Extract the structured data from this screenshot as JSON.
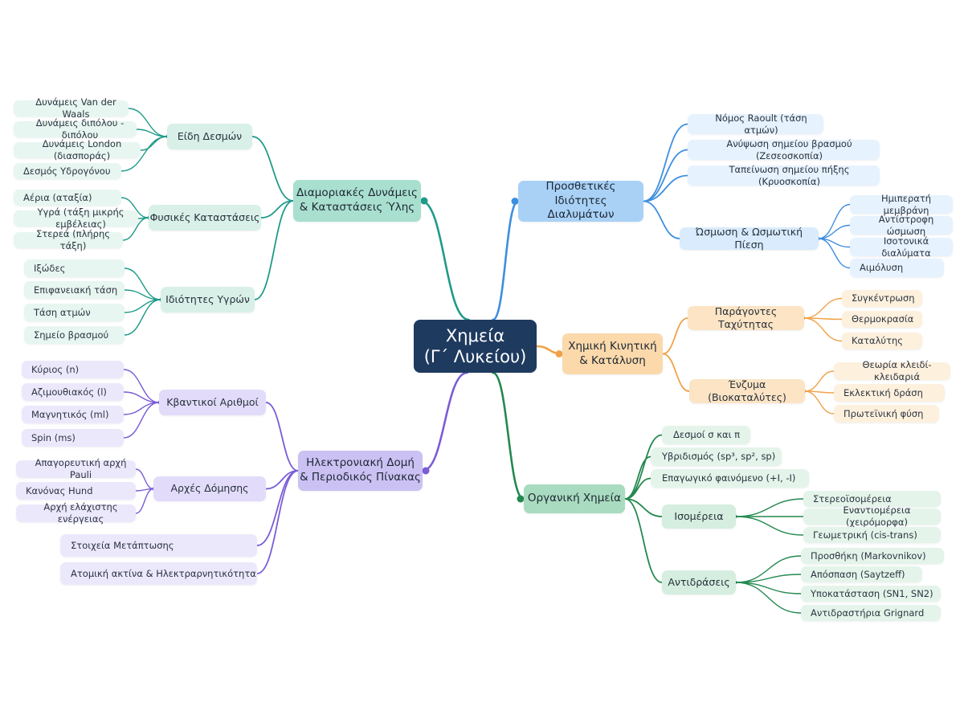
{
  "root": {
    "label": "Χημεία\n(Γ΄ Λυκείου)"
  },
  "colors": {
    "root_bg": "#1e3a5f",
    "teal": {
      "line": "#1f9a89",
      "l1": "#a9dfcf",
      "l2": "#d8f0e8",
      "l3": "#e7f6f0"
    },
    "blue": {
      "line": "#3d8ee0",
      "l1": "#a9d1f6",
      "l2": "#d9ebfc",
      "l3": "#e6f2fe"
    },
    "orange": {
      "line": "#f0a24a",
      "l1": "#fbd9ab",
      "l2": "#fce4c4",
      "l3": "#fdf0dd"
    },
    "green": {
      "line": "#23894f",
      "l1": "#a8dbbf",
      "l2": "#d5eedf",
      "l3": "#e4f4ea"
    },
    "purple": {
      "line": "#7a5cd6",
      "l1": "#cbc1f3",
      "l2": "#e2dcfa",
      "l3": "#ece8fc"
    }
  },
  "branches": [
    {
      "id": "intermolecular",
      "color": "teal",
      "label": "Διαμοριακές Δυνάμεις\n& Καταστάσεις Ύλης",
      "children": [
        {
          "id": "bond-types",
          "label": "Είδη Δεσμών",
          "children": [
            {
              "label": "Δυνάμεις Van der Waals"
            },
            {
              "label": "Δυνάμεις διπόλου - διπόλου"
            },
            {
              "label": "Δυνάμεις London (διασποράς)"
            },
            {
              "label": "Δεσμός Υδρογόνου"
            }
          ]
        },
        {
          "id": "states",
          "label": "Φυσικές Καταστάσεις",
          "children": [
            {
              "label": "Αέρια (αταξία)"
            },
            {
              "label": "Υγρά (τάξη μικρής εμβέλειας)"
            },
            {
              "label": "Στερεά (πλήρης τάξη)"
            }
          ]
        },
        {
          "id": "liquids",
          "label": "Ιδιότητες Υγρών",
          "children": [
            {
              "label": "Ιξώδες"
            },
            {
              "label": "Επιφανειακή τάση"
            },
            {
              "label": "Τάση ατμών"
            },
            {
              "label": "Σημείο βρασμού"
            }
          ]
        }
      ]
    },
    {
      "id": "colligative",
      "color": "blue",
      "label": "Προσθετικές Ιδιότητες\nΔιαλυμάτων",
      "children": [
        {
          "id": "raoult",
          "label": "Νόμος Raoult (τάση ατμών)",
          "children": []
        },
        {
          "id": "boiling",
          "label": "Ανύψωση σημείου βρασμού (Ζεσεοσκοπία)",
          "children": []
        },
        {
          "id": "freezing",
          "label": "Ταπείνωση σημείου πήξης (Κρυοσκοπία)",
          "children": []
        },
        {
          "id": "osmosis",
          "label": "Ώσμωση & Ωσμωτική Πίεση",
          "children": [
            {
              "label": "Ημιπερατή μεμβράνη"
            },
            {
              "label": "Αντίστροφη ώσμωση"
            },
            {
              "label": "Ισοτονικά διαλύματα"
            },
            {
              "label": "Αιμόλυση"
            }
          ]
        }
      ]
    },
    {
      "id": "kinetics",
      "color": "orange",
      "label": "Χημική Κινητική\n& Κατάλυση",
      "children": [
        {
          "id": "rate-factors",
          "label": "Παράγοντες Ταχύτητας",
          "children": [
            {
              "label": "Συγκέντρωση"
            },
            {
              "label": "Θερμοκρασία"
            },
            {
              "label": "Καταλύτης"
            }
          ]
        },
        {
          "id": "enzymes",
          "label": "Ένζυμα (Βιοκαταλύτες)",
          "children": [
            {
              "label": "Θεωρία κλειδί-κλειδαριά"
            },
            {
              "label": "Εκλεκτική δράση"
            },
            {
              "label": "Πρωτεϊνική φύση"
            }
          ]
        }
      ]
    },
    {
      "id": "organic",
      "color": "green",
      "label": "Οργανική Χημεία",
      "children": [
        {
          "id": "sigma-pi",
          "label": "Δεσμοί σ και π",
          "children": []
        },
        {
          "id": "hybrid",
          "label": "Υβριδισμός (sp³, sp², sp)",
          "children": []
        },
        {
          "id": "inductive",
          "label": "Επαγωγικό φαινόμενο (+I, -I)",
          "children": []
        },
        {
          "id": "isomerism",
          "label": "Ισομέρεια",
          "children": [
            {
              "label": "Στερεοϊσομέρεια"
            },
            {
              "label": "Εναντιομέρεια (χειρόμορφα)"
            },
            {
              "label": "Γεωμετρική (cis-trans)"
            }
          ]
        },
        {
          "id": "reactions",
          "label": "Αντιδράσεις",
          "children": [
            {
              "label": "Προσθήκη (Markovnikov)"
            },
            {
              "label": "Απόσπαση (Saytzeff)"
            },
            {
              "label": "Υποκατάσταση (SN1, SN2)"
            },
            {
              "label": "Αντιδραστήρια Grignard"
            }
          ]
        }
      ]
    },
    {
      "id": "electronic",
      "color": "purple",
      "label": "Ηλεκτρονιακή Δομή\n& Περιοδικός Πίνακας",
      "children": [
        {
          "id": "quantum",
          "label": "Κβαντικοί Αριθμοί",
          "children": [
            {
              "label": "Κύριος (n)"
            },
            {
              "label": "Αζιμουθιακός (l)"
            },
            {
              "label": "Μαγνητικός (ml)"
            },
            {
              "label": "Spin (ms)"
            }
          ]
        },
        {
          "id": "aufbau",
          "label": "Αρχές Δόμησης",
          "children": [
            {
              "label": "Απαγορευτική αρχή Pauli"
            },
            {
              "label": "Κανόνας Hund"
            },
            {
              "label": "Αρχή ελάχιστης ενέργειας"
            }
          ]
        },
        {
          "id": "transition",
          "label": "Στοιχεία Μετάπτωσης",
          "children": []
        },
        {
          "id": "radius",
          "label": "Ατομική ακτίνα & Ηλεκτραρνητικότητα",
          "children": []
        }
      ]
    }
  ]
}
